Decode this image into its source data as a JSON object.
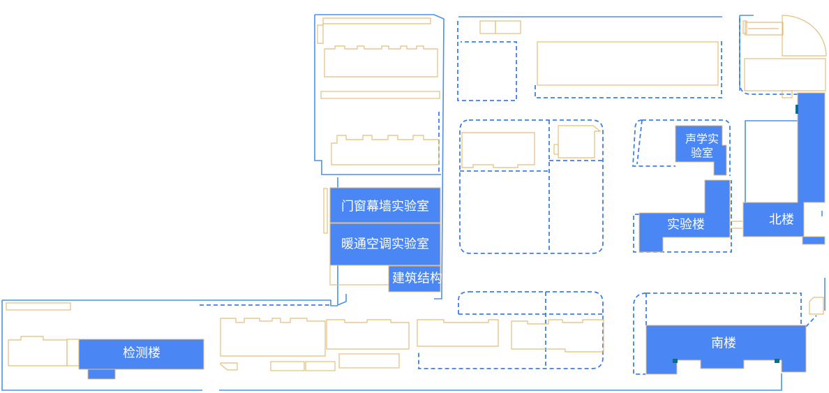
{
  "map": {
    "colors": {
      "building_fill": "#4b86f5",
      "building_outline": "#e3bd7b",
      "zone_line": "#4a90e8",
      "door_marker": "#0f6b86",
      "background": "#ffffff",
      "label": "#ffffff"
    },
    "labels": {
      "door_window_lab": "门窗幕墙实验室",
      "hvac_lab": "暖通空调实验室",
      "structure_lab": "建筑结构",
      "acoustic_lab_line1": "声学实",
      "acoustic_lab_line2": "验室",
      "lab_building": "实验楼",
      "north_building": "北楼",
      "south_building": "南楼",
      "inspection_building": "检测楼"
    }
  }
}
